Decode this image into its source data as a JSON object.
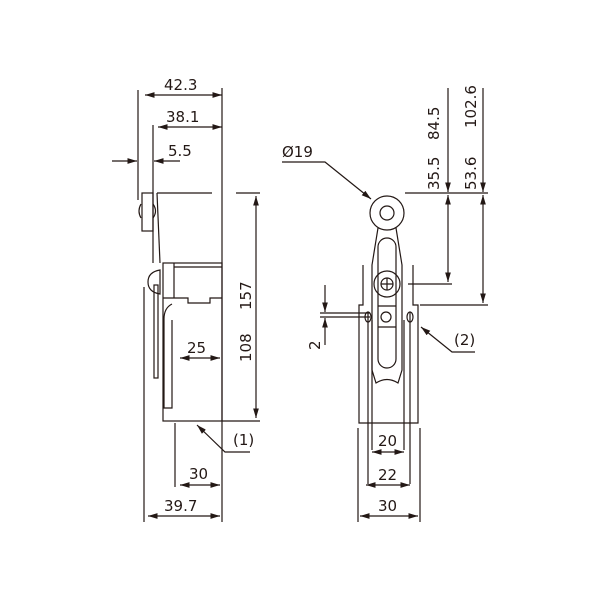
{
  "side_view": {
    "dims": {
      "overall_width": "42.3",
      "lever_offset": "38.1",
      "roller_width": "5.5",
      "height_total": "157",
      "height_body": "108",
      "inner_width": "25",
      "base_width": "30",
      "body_width": "39.7"
    },
    "callout": "(1)"
  },
  "front_view": {
    "dims": {
      "roller_diameter": "Ø19",
      "to_pivot": "84.5",
      "roller_to_pivot": "35.5",
      "to_head": "102.6",
      "roller_to_head": "53.6",
      "gap": "2",
      "inner": "20",
      "mount": "22",
      "width": "30"
    },
    "callout": "(2)"
  },
  "colors": {
    "line": "#231815",
    "background": "#ffffff"
  }
}
